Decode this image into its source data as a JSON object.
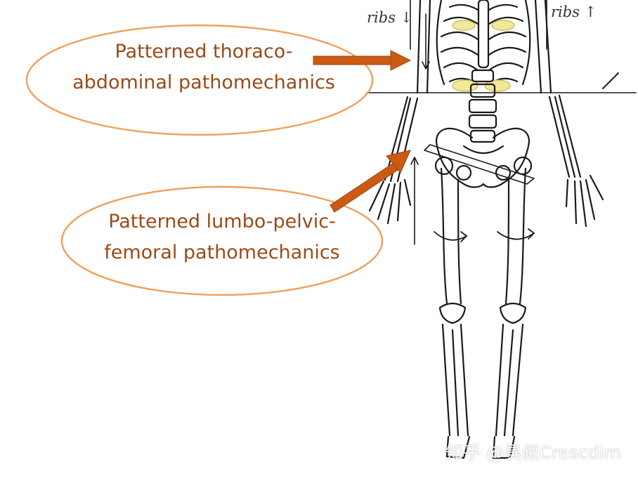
{
  "callouts": [
    {
      "line1": "Patterned thoraco-",
      "line2": "abdominal pathomechanics"
    },
    {
      "line1": "Patterned lumbo-pelvic-",
      "line2": "femoral pathomechanics"
    }
  ],
  "annotations": {
    "ribs_left": "ribs ↓",
    "ribs_right": "ribs ↑"
  },
  "watermark": "知乎 @昊叔Crescdim",
  "colors": {
    "ellipse_stroke": "#f0a05a",
    "arrow_fill": "#cc5a14",
    "text": "#9a4a18",
    "highlight": "#f2e89a"
  }
}
